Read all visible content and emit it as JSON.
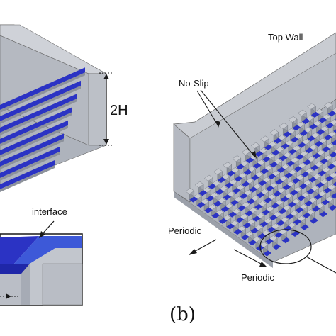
{
  "labels": {
    "height": "2H",
    "interface": "interface",
    "top_wall": "Top Wall",
    "no_slip": "No-Slip",
    "periodic_left": "Periodic",
    "periodic_bottom": "Periodic",
    "panel_b": "(b)"
  },
  "colors": {
    "background": "#ffffff",
    "channel_side": "#aeb3bc",
    "channel_top": "#c9ccd2",
    "channel_face": "#bdc1c8",
    "rib_blue": "#2b33c4",
    "post_top": "#c7cad0",
    "post_side": "#8d929b",
    "line": "#1a1a1a"
  }
}
